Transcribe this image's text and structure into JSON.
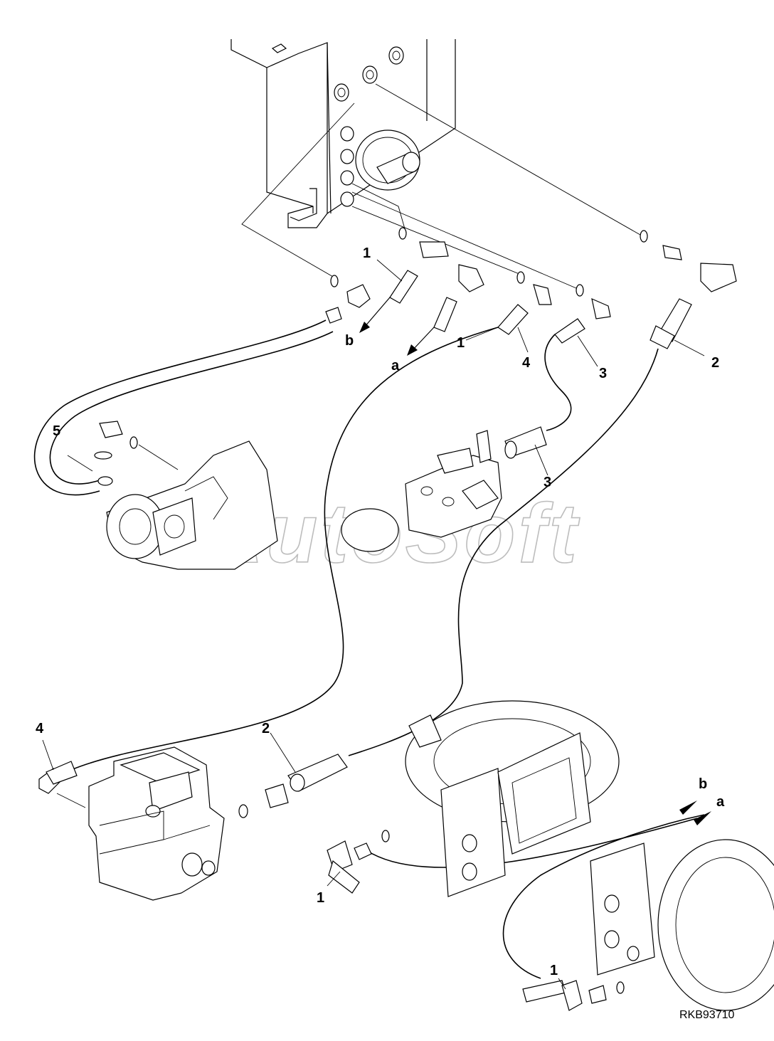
{
  "callouts": {
    "c1a": "1",
    "c1b": "1",
    "c1c": "1",
    "c1d": "1",
    "c2a": "2",
    "c2b": "2",
    "c3a": "3",
    "c3b": "3",
    "c4a": "4",
    "c4b": "4",
    "c5": "5",
    "ta1": "a",
    "tb1": "b",
    "ta2": "a",
    "tb2": "b"
  },
  "watermark": "AutoSoft",
  "drawing_code": "RKB93710"
}
